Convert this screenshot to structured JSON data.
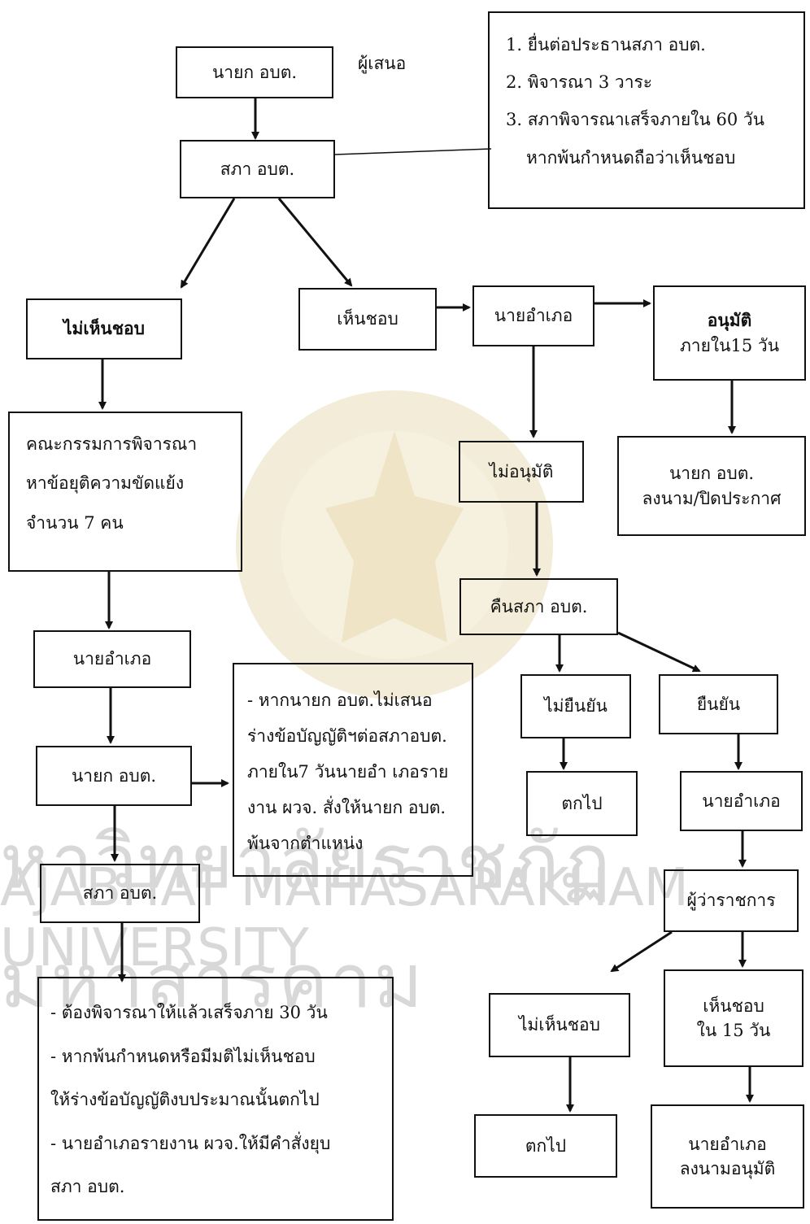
{
  "proposer_label": "ผู้เสนอ",
  "nodes": {
    "mayor": "นายก อบต.",
    "council": "สภา อบต.",
    "council_notes": [
      "1. ยื่นต่อประธานสภา อบต.",
      "2. พิจารณา 3   วาระ",
      "3. สภาพิจารณาเสร็จภายใน 60 วัน",
      "หากพ้นกำหนดถือว่าเห็นชอบ"
    ],
    "disapprove": "ไม่เห็นชอบ",
    "approve": "เห็นชอบ",
    "district_officer": "นายอำเภอ",
    "approved_15_days": [
      "อนุมัติ",
      "ภายใน15 วัน"
    ],
    "mayor_sign": [
      "นายก อบต.",
      "ลงนาม/ปิดประกาศ"
    ],
    "not_approved": "ไม่อนุมัติ",
    "committee": [
      "คณะกรรมการพิจารณา",
      "หาข้อยุติความขัดแย้ง",
      "จำนวน 7  คน"
    ],
    "return_council": "คืนสภา อบต.",
    "not_confirm": "ไม่ยืนยัน",
    "confirm": "ยืนยัน",
    "lapse_1": "ตกไป",
    "district_officer_2": "นายอำเภอ",
    "district_officer_left": "นายอำเภอ",
    "mayor_left": "นายก อบต.",
    "council_left": "สภา อบต.",
    "mayor_note": [
      "- หากนายก อบต.ไม่เสนอ",
      "ร่างข้อบัญญัติฯต่อสภาอบต.",
      "ภายใน7 วันนายอำ เภอราย",
      "งาน ผวจ. สั่งให้นายก อบต.",
      "พ้นจากตำแหน่ง"
    ],
    "governor": "ผู้ว่าราชการ",
    "gov_disapprove": "ไม่เห็นชอบ",
    "gov_approve": [
      "เห็นชอบ",
      "ใน 15 วัน"
    ],
    "lapse_2": "ตกไป",
    "district_sign": [
      "นายอำเภอ",
      "ลงนามอนุมัติ"
    ],
    "council_notes_bottom": [
      "-  ต้องพิจารณาให้แล้วเสร็จภาย 30 วัน",
      "-  หากพ้นกำหนดหรือมีมติไม่เห็นชอบ",
      "ให้ร่างข้อบัญญัติงบประมาณนั้นตกไป",
      "-  นายอำเภอรายงาน ผวจ.ให้มีคำสั่งยุบ",
      "สภา  อบต."
    ]
  },
  "watermark": {
    "line1": "หาวิทยาลัยราชภัฏมหาสารคาม",
    "line2": "AJABHAT  MAHASARAKHAM  UNIVERSITY"
  },
  "colors": {
    "line": "#111111",
    "watermark": "#d8d8d8",
    "seal": "#f3e7c9"
  }
}
